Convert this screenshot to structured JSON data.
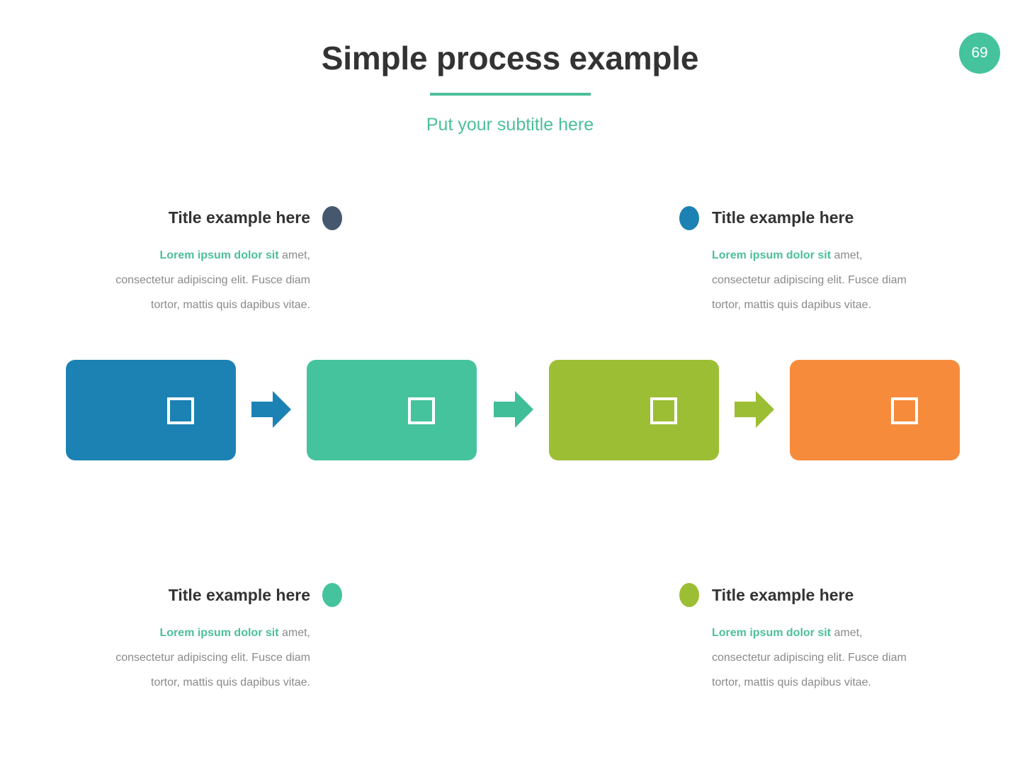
{
  "slide": {
    "title": "Simple process example",
    "subtitle": "Put your subtitle here",
    "page_number": "69",
    "accent_color": "#4CBF9A",
    "title_color": "#333333",
    "body_color": "#8A8A8A",
    "background": "#ffffff"
  },
  "text_blocks": [
    {
      "position": "top-left",
      "title": "Title example here",
      "body_highlight": "Lorem ipsum dolor sit",
      "body_rest": " amet,",
      "body_line2": "consectetur adipiscing elit. Fusce diam",
      "body_line3": "tortor, mattis quis dapibus vitae.",
      "marker_color": "#46586E",
      "marker_icon": "pill-marker-icon"
    },
    {
      "position": "top-right",
      "title": "Title example here",
      "body_highlight": "Lorem ipsum dolor sit",
      "body_rest": " amet,",
      "body_line2": "consectetur adipiscing elit. Fusce diam",
      "body_line3": "tortor, mattis quis dapibus vitae.",
      "marker_color": "#1C82B3",
      "marker_icon": "pill-marker-icon"
    },
    {
      "position": "bottom-left",
      "title": "Title example here",
      "body_highlight": "Lorem ipsum dolor sit",
      "body_rest": " amet,",
      "body_line2": "consectetur adipiscing elit. Fusce diam",
      "body_line3": "tortor, mattis quis dapibus vitae.",
      "marker_color": "#45C39D",
      "marker_icon": "pill-marker-icon"
    },
    {
      "position": "bottom-right",
      "title": "Title example here",
      "body_highlight": "Lorem ipsum dolor sit",
      "body_rest": " amet,",
      "body_line2": "consectetur adipiscing elit. Fusce diam",
      "body_line3": "tortor, mattis quis dapibus vitae.",
      "marker_color": "#9CBE34",
      "marker_icon": "pill-marker-icon"
    }
  ],
  "process": {
    "steps": [
      {
        "index": "1",
        "color": "#1C82B3",
        "glyph": "square-placeholder-icon"
      },
      {
        "index": "2",
        "color": "#45C39D",
        "glyph": "square-placeholder-icon"
      },
      {
        "index": "3",
        "color": "#9CBE34",
        "glyph": "square-placeholder-icon"
      },
      {
        "index": "4",
        "color": "#F68B3C",
        "glyph": "square-placeholder-icon"
      }
    ],
    "connectors": [
      {
        "from": "1",
        "to": "2",
        "color": "#1C82B3",
        "icon": "arrow-right-icon"
      },
      {
        "from": "2",
        "to": "3",
        "color": "#3FBE98",
        "icon": "arrow-right-icon"
      },
      {
        "from": "3",
        "to": "4",
        "color": "#9CBE34",
        "icon": "arrow-right-icon"
      }
    ]
  }
}
